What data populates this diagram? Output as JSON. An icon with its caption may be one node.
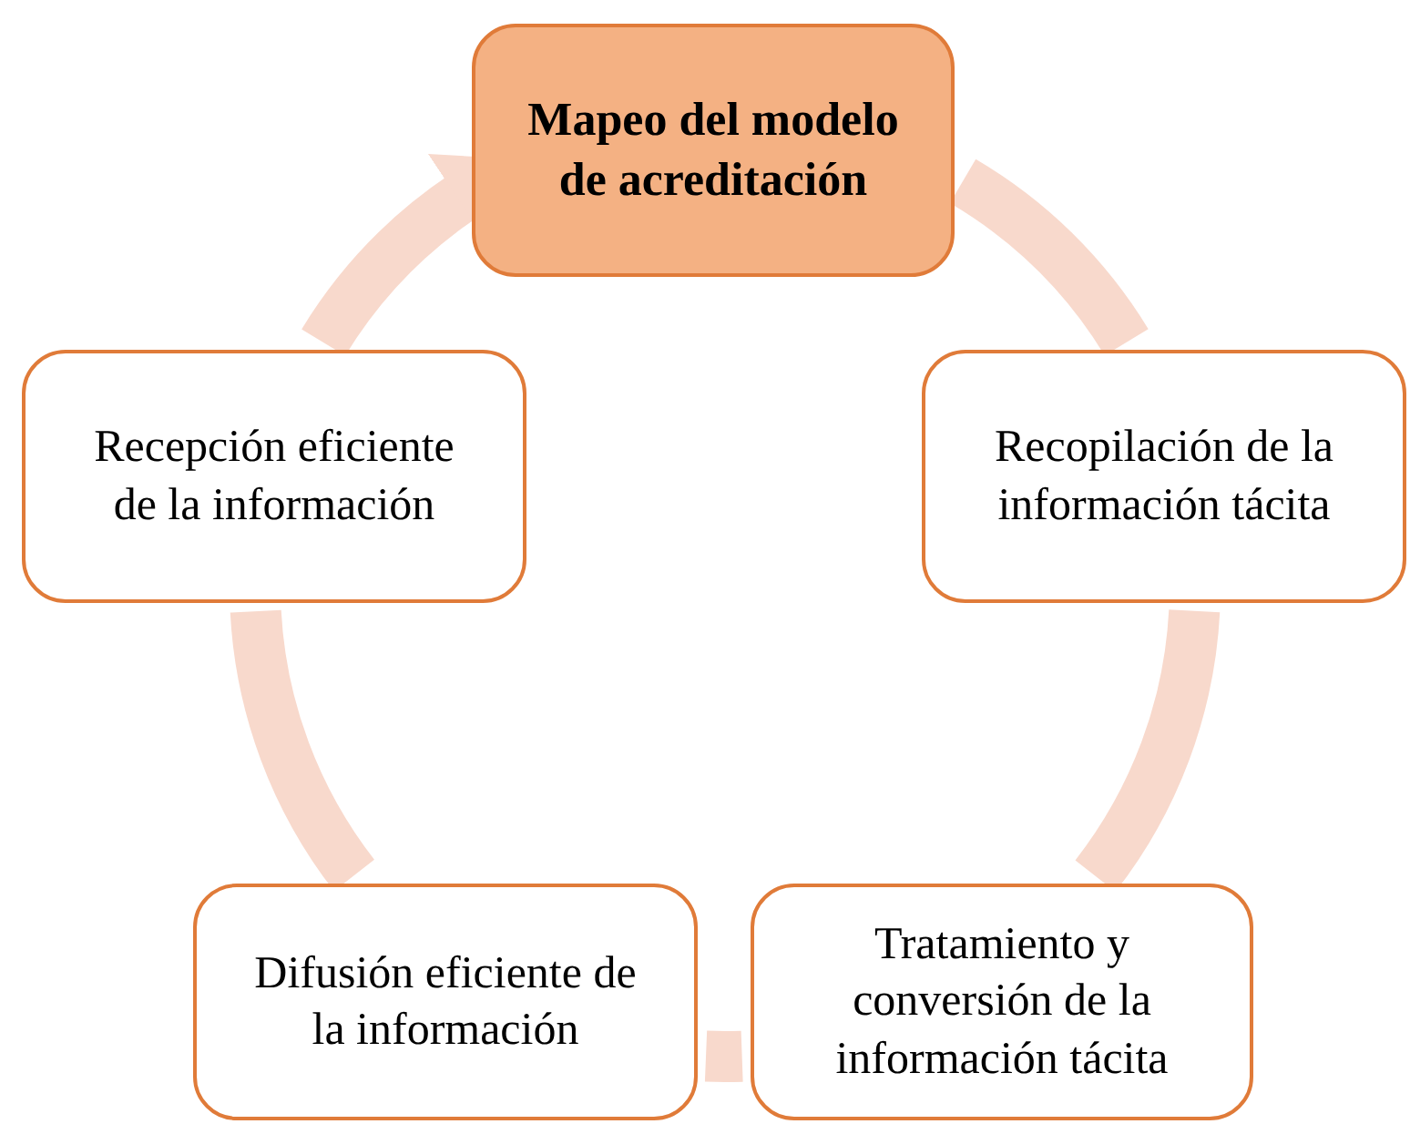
{
  "diagram": {
    "nodes": [
      {
        "text": [
          "Mapeo del modelo de acreditación"
        ]
      },
      {
        "text": [
          "Recopilación de la información tácita"
        ]
      },
      {
        "text": [
          "Tratamiento y conversión de la información tácita"
        ]
      },
      {
        "text": [
          "Difusión eficiente de la información"
        ]
      },
      {
        "text": [
          "Recepción eficiente de la información"
        ]
      }
    ],
    "edges": [
      {
        "from": 0,
        "to": 1,
        "arrow": "none"
      },
      {
        "from": 1,
        "to": 2,
        "arrow": "none"
      },
      {
        "from": 2,
        "to": 3,
        "arrow": "none"
      },
      {
        "from": 3,
        "to": 4,
        "arrow": "none"
      },
      {
        "from": 4,
        "to": 0,
        "arrow": "to"
      }
    ]
  }
}
